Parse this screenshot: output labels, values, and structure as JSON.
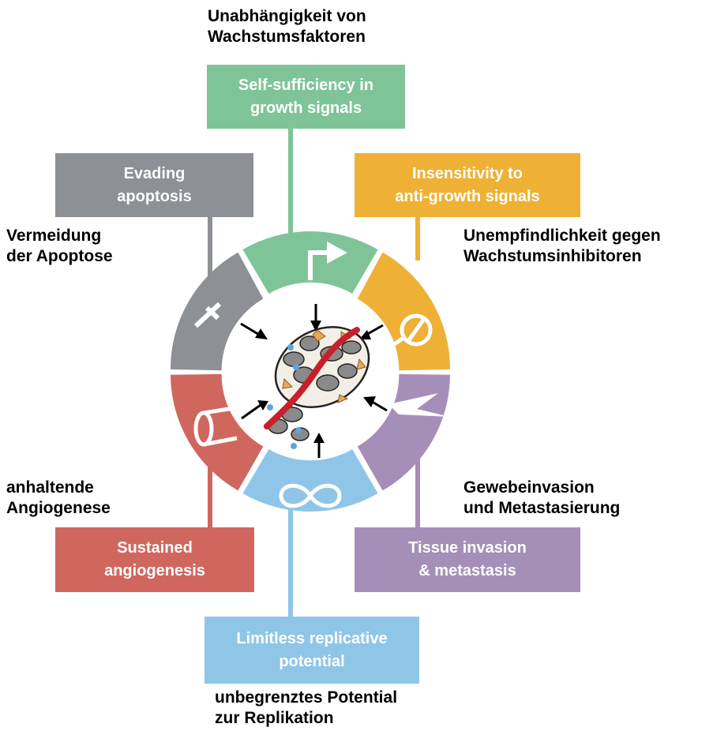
{
  "colors": {
    "green": "#7fc499",
    "gray": "#8d9094",
    "orange": "#eeb136",
    "red": "#d0675f",
    "purple": "#a58fb8",
    "blue": "#8fc6e8",
    "vessel": "#c8202a",
    "fibroblast": "#e8a855",
    "cell": "#8a8a8a"
  },
  "hallmarks": [
    {
      "id": "growth",
      "en": [
        "Self-sufficiency in",
        "growth signals"
      ],
      "de": [
        "Unabhängigkeit von",
        "Wachstumsfaktoren"
      ],
      "color": "#7fc499",
      "icon": "arrow-icon"
    },
    {
      "id": "antigrowth",
      "en": [
        "Insensitivity to",
        "anti-growth signals"
      ],
      "de": [
        "Unempfindlichkeit gegen",
        "Wachstumsinhibitoren"
      ],
      "color": "#eeb136",
      "icon": "no-entry-icon"
    },
    {
      "id": "invasion",
      "en": [
        "Tissue invasion",
        "& metastasis"
      ],
      "de": [
        "Gewebeinvasion",
        "und Metastasierung"
      ],
      "color": "#a58fb8",
      "icon": "zigzag-icon"
    },
    {
      "id": "replication",
      "en": [
        "Limitless replicative",
        "potential"
      ],
      "de": [
        "unbegrenztes Potential",
        "zur Replikation"
      ],
      "color": "#8fc6e8",
      "icon": "infinity-icon"
    },
    {
      "id": "angiogenesis",
      "en": [
        "Sustained",
        "angiogenesis"
      ],
      "de": [
        "anhaltende",
        "Angiogenese"
      ],
      "color": "#d0675f",
      "icon": "vessel-icon"
    },
    {
      "id": "apoptosis",
      "en": [
        "Evading",
        "apoptosis"
      ],
      "de": [
        "Vermeidung",
        "der Apoptose"
      ],
      "color": "#8d9094",
      "icon": "cross-icon"
    }
  ]
}
